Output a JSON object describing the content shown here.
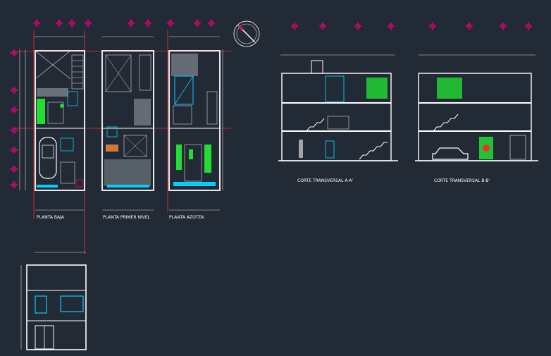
{
  "labels": {
    "plan_ground": "PLANTA BAJA",
    "plan_first": "PLANTA PRIMER NIVEL",
    "plan_roof": "PLANTA AZOTEA",
    "section_aa": "CORTE TRANSVERSAL A-A'",
    "section_bb": "CORTE TRANSVERSAL B-B'"
  },
  "colors": {
    "background": "#222a35",
    "wall": "#ffffff",
    "axis": "#ff2a2a",
    "dimension": "#d8d8d8",
    "marker": "#e0007a",
    "glass": "#00d0ff",
    "vegetation": "#22dd33",
    "fill": "#9aa0a8"
  }
}
